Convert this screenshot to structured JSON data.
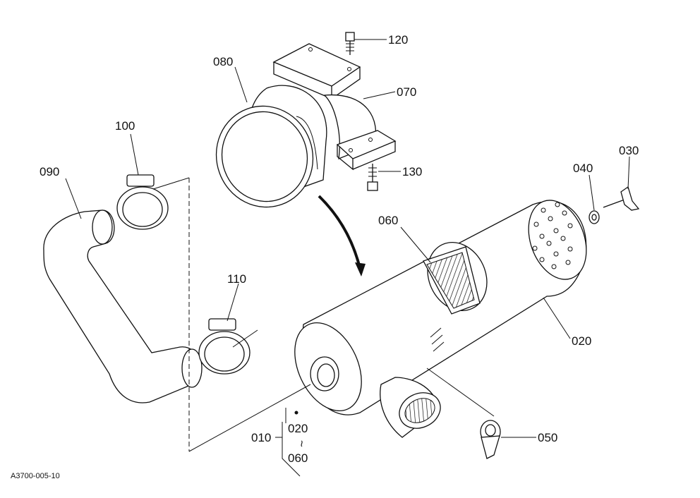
{
  "parts": [
    {
      "id": "p120",
      "label": "120",
      "name": "bolt-top"
    },
    {
      "id": "p080",
      "label": "080",
      "name": "band-cover"
    },
    {
      "id": "p070",
      "label": "070",
      "name": "bracket"
    },
    {
      "id": "p130",
      "label": "130",
      "name": "bolt-bottom"
    },
    {
      "id": "p100",
      "label": "100",
      "name": "clamp-upper"
    },
    {
      "id": "p090",
      "label": "090",
      "name": "intake-hose"
    },
    {
      "id": "p030",
      "label": "030",
      "name": "wing-bolt"
    },
    {
      "id": "p040",
      "label": "040",
      "name": "washer-nut"
    },
    {
      "id": "p060",
      "label": "060",
      "name": "filter-element"
    },
    {
      "id": "p110",
      "label": "110",
      "name": "clamp-lower"
    },
    {
      "id": "p020",
      "label": "020",
      "name": "cover"
    },
    {
      "id": "p050",
      "label": "050",
      "name": "evacuator-valve"
    },
    {
      "id": "p010",
      "label": "010",
      "name": "air-cleaner-assembly"
    },
    {
      "id": "sub020",
      "label": "020",
      "name": "sub-item-020"
    },
    {
      "id": "sub060",
      "label": "060",
      "name": "sub-item-060"
    }
  ],
  "range_marker": "~",
  "drawing_code": "A3700-005-10"
}
